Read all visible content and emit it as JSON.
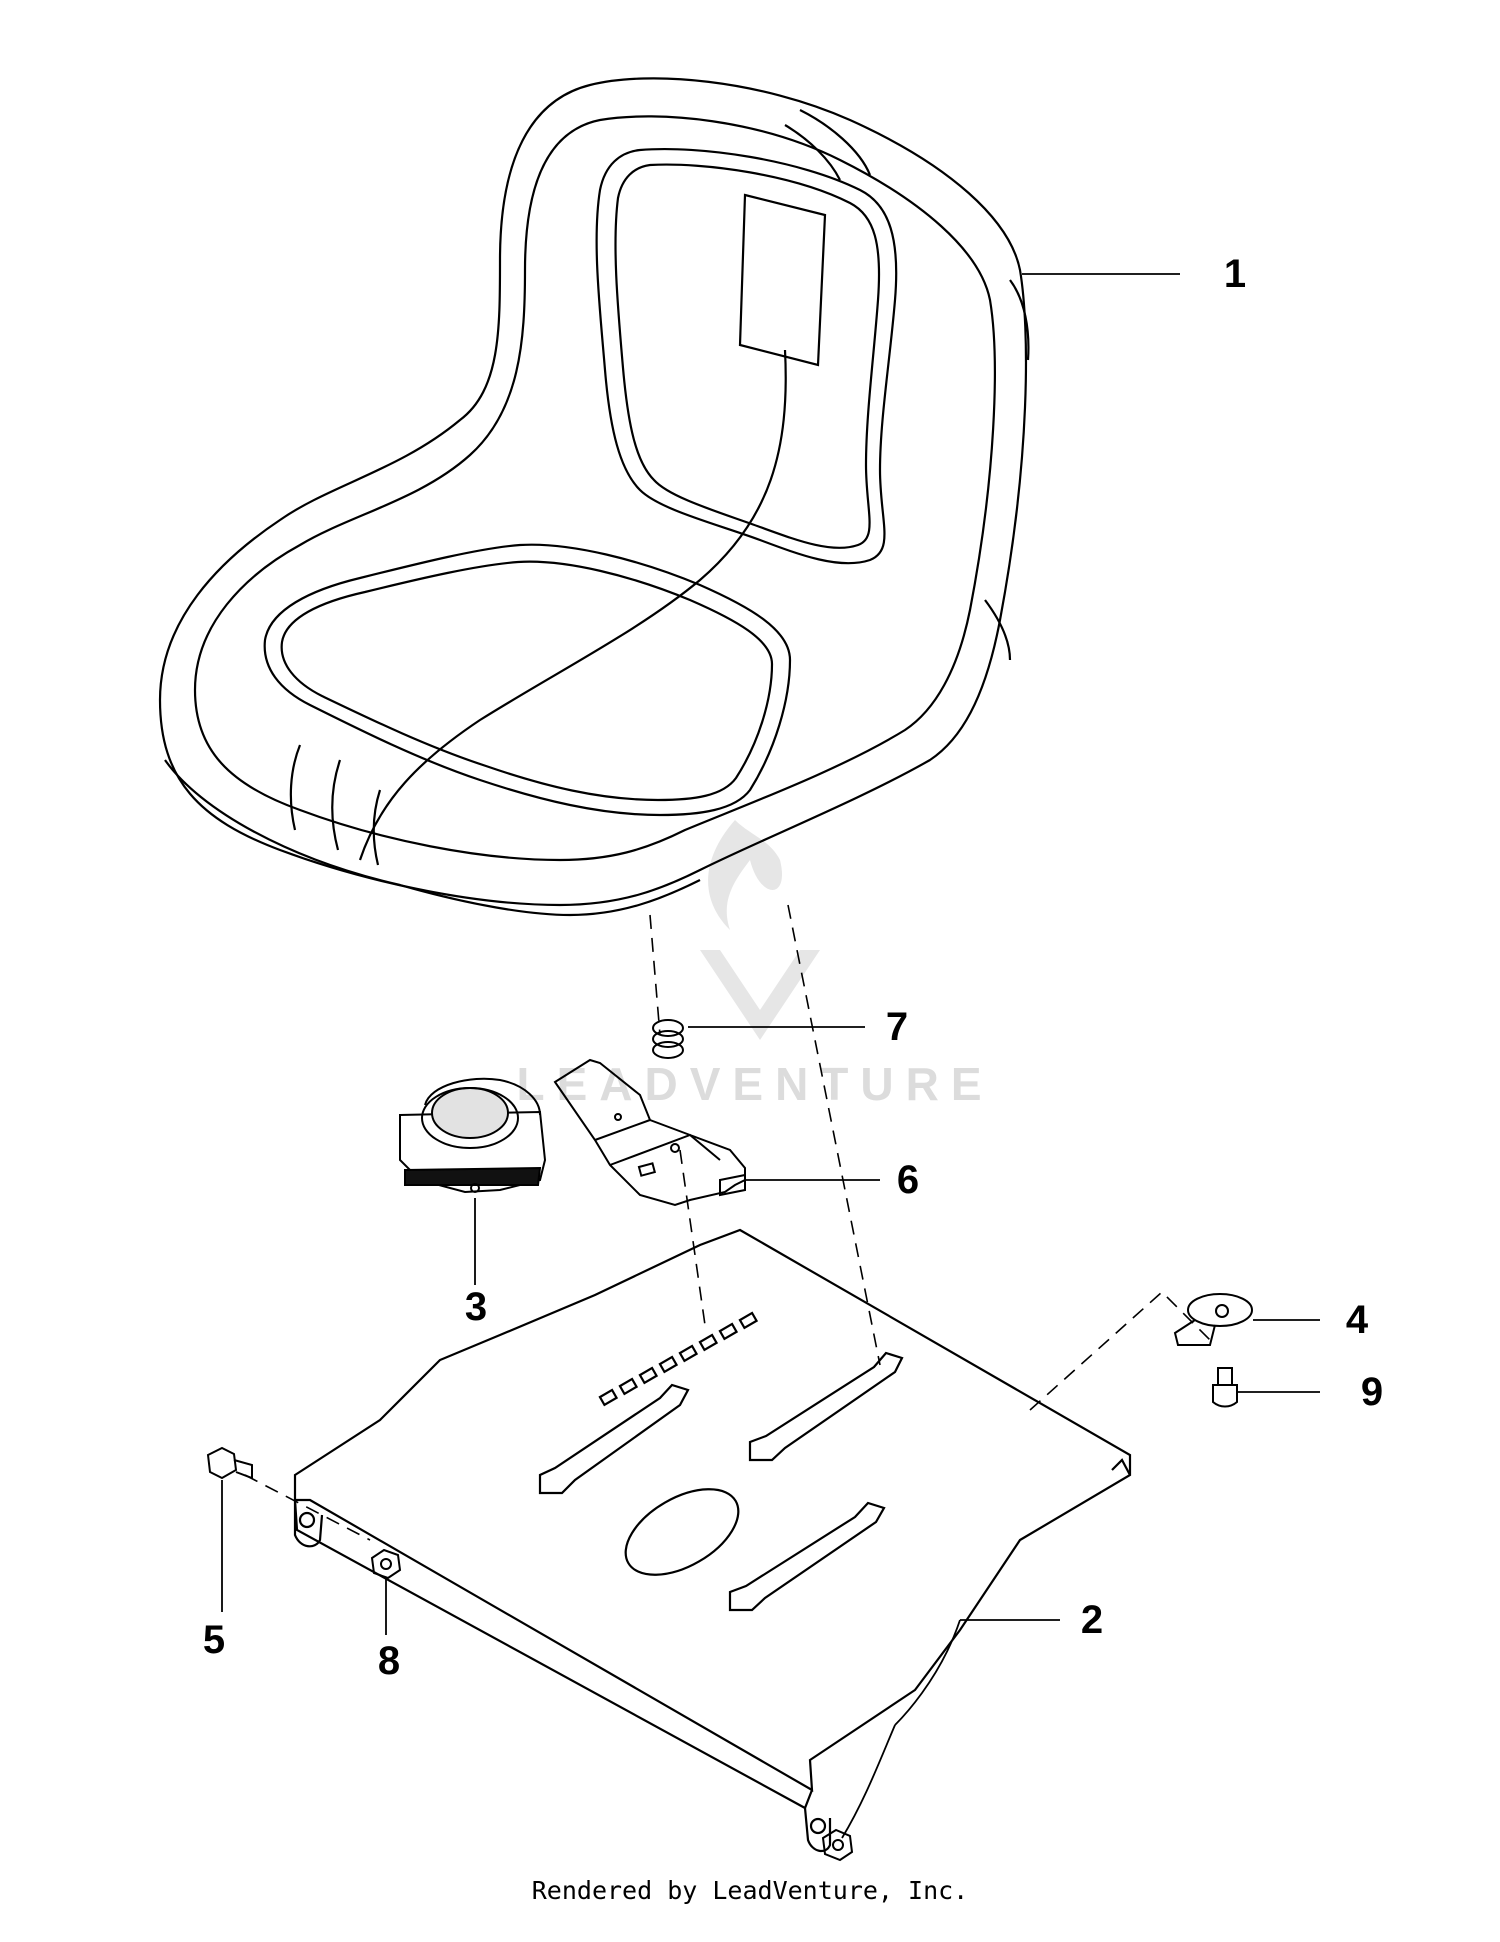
{
  "watermark": {
    "text": "LEADVENTURE"
  },
  "footer": {
    "text": "Rendered by LeadVenture, Inc."
  },
  "callouts": [
    {
      "id": "1",
      "label": "1"
    },
    {
      "id": "2",
      "label": "2"
    },
    {
      "id": "3",
      "label": "3"
    },
    {
      "id": "4",
      "label": "4"
    },
    {
      "id": "5",
      "label": "5"
    },
    {
      "id": "6",
      "label": "6"
    },
    {
      "id": "7",
      "label": "7"
    },
    {
      "id": "8",
      "label": "8"
    },
    {
      "id": "9",
      "label": "9"
    }
  ]
}
